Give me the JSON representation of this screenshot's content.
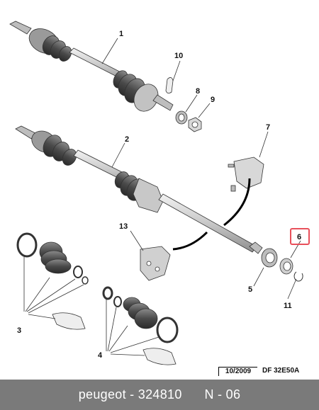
{
  "callouts": [
    {
      "id": "1",
      "label": "1"
    },
    {
      "id": "2",
      "label": "2"
    },
    {
      "id": "3",
      "label": "3"
    },
    {
      "id": "4",
      "label": "4"
    },
    {
      "id": "5",
      "label": "5"
    },
    {
      "id": "6",
      "label": "6",
      "highlighted": true
    },
    {
      "id": "7",
      "label": "7"
    },
    {
      "id": "8",
      "label": "8"
    },
    {
      "id": "9",
      "label": "9"
    },
    {
      "id": "10",
      "label": "10"
    },
    {
      "id": "11",
      "label": "11"
    },
    {
      "id": "13",
      "label": "13"
    }
  ],
  "reference": {
    "date": "10/2009",
    "code": "DF 32E50A"
  },
  "footer": {
    "text": "peugeot - 324810      N - 06"
  },
  "colors": {
    "highlight": "#e8505b",
    "footer_bg": "#7a7a7a",
    "part_fill": "#d9d9d9",
    "part_dark": "#9a9a9a"
  }
}
